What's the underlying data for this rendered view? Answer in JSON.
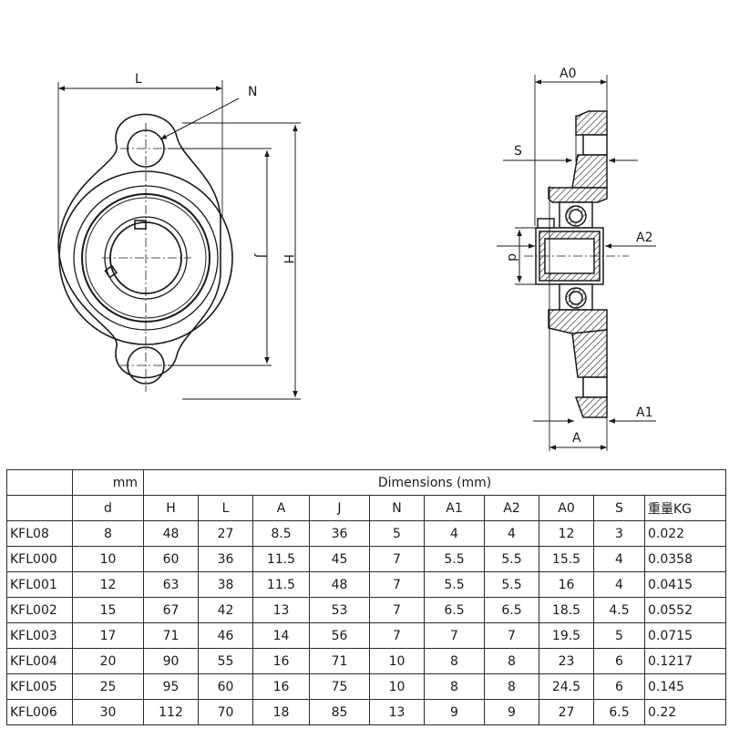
{
  "drawing": {
    "front_labels": {
      "L": "L",
      "N": "N",
      "J": "J",
      "H": "H"
    },
    "side_labels": {
      "A0": "A0",
      "S": "S",
      "A2": "A2",
      "d": "d",
      "A1": "A1",
      "A": "A"
    }
  },
  "table": {
    "header_unit": "mm",
    "header_group": "Dimensions  (mm)",
    "columns": [
      "d",
      "H",
      "L",
      "A",
      "J",
      "N",
      "A1",
      "A2",
      "A0",
      "S",
      "重量KG"
    ],
    "rows": [
      {
        "model": "KFL08",
        "values": [
          "8",
          "48",
          "27",
          "8.5",
          "36",
          "5",
          "4",
          "4",
          "12",
          "3",
          "0.022"
        ]
      },
      {
        "model": "KFL000",
        "values": [
          "10",
          "60",
          "36",
          "11.5",
          "45",
          "7",
          "5.5",
          "5.5",
          "15.5",
          "4",
          "0.0358"
        ]
      },
      {
        "model": "KFL001",
        "values": [
          "12",
          "63",
          "38",
          "11.5",
          "48",
          "7",
          "5.5",
          "5.5",
          "16",
          "4",
          "0.0415"
        ]
      },
      {
        "model": "KFL002",
        "values": [
          "15",
          "67",
          "42",
          "13",
          "53",
          "7",
          "6.5",
          "6.5",
          "18.5",
          "4.5",
          "0.0552"
        ]
      },
      {
        "model": "KFL003",
        "values": [
          "17",
          "71",
          "46",
          "14",
          "56",
          "7",
          "7",
          "7",
          "19.5",
          "5",
          "0.0715"
        ]
      },
      {
        "model": "KFL004",
        "values": [
          "20",
          "90",
          "55",
          "16",
          "71",
          "10",
          "8",
          "8",
          "23",
          "6",
          "0.1217"
        ]
      },
      {
        "model": "KFL005",
        "values": [
          "25",
          "95",
          "60",
          "16",
          "75",
          "10",
          "8",
          "8",
          "24.5",
          "6",
          "0.145"
        ]
      },
      {
        "model": "KFL006",
        "values": [
          "30",
          "112",
          "70",
          "18",
          "85",
          "13",
          "9",
          "9",
          "27",
          "6.5",
          "0.22"
        ]
      }
    ]
  }
}
